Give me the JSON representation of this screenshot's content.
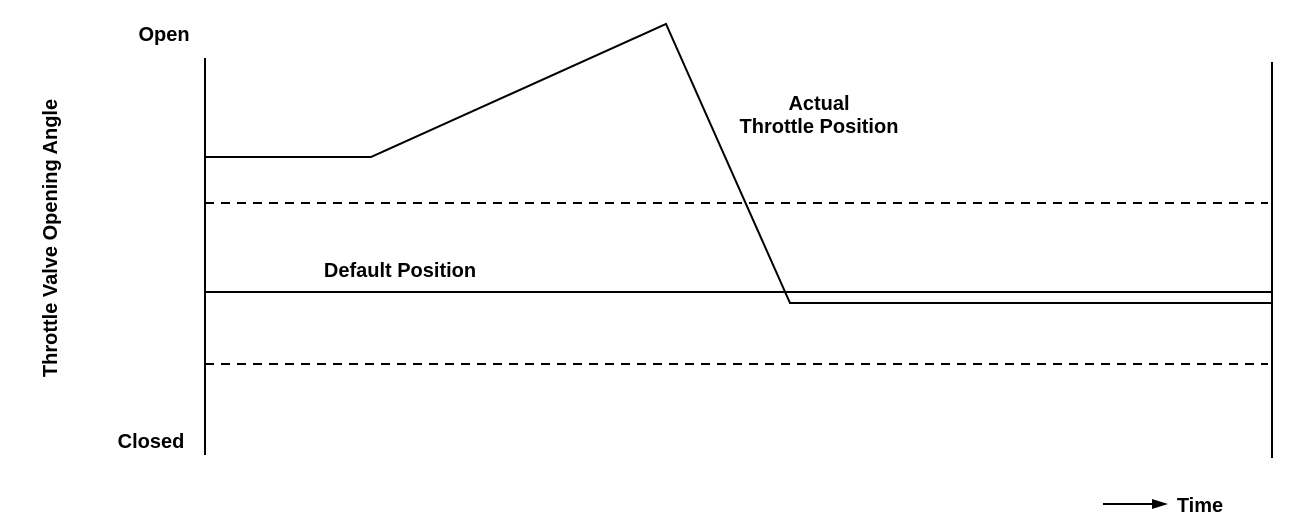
{
  "labels": {
    "y_axis": "Throttle Valve Opening Angle",
    "top": "Open",
    "bottom": "Closed",
    "time": "Time",
    "actual_line1": "Actual",
    "actual_line2": "Throttle Position",
    "default": "Default Position"
  },
  "colors": {
    "line": "#000000",
    "background": "#ffffff"
  }
}
